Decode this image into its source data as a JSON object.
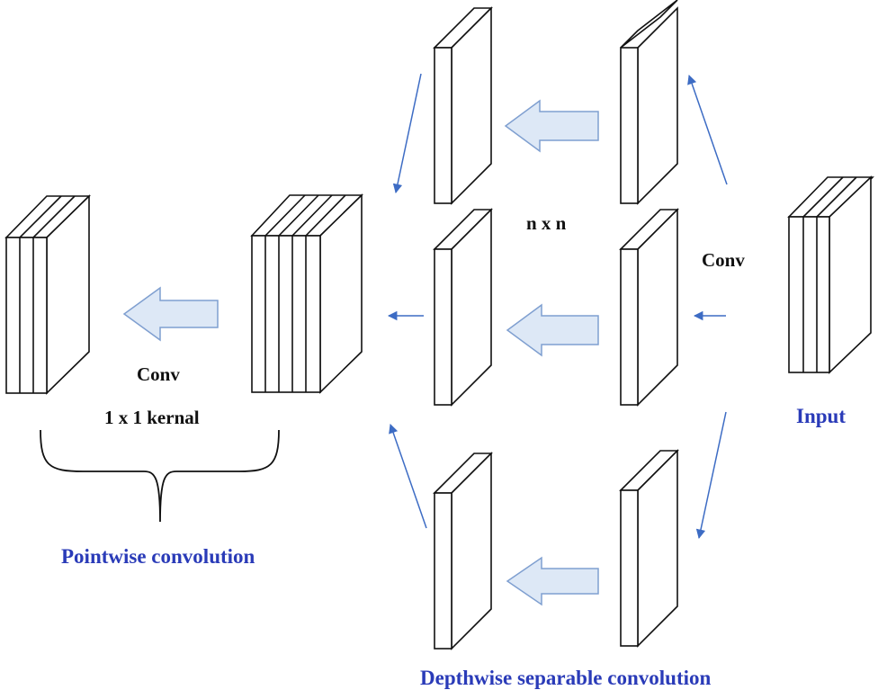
{
  "labels": {
    "n_x_n": "n x n",
    "conv_top": "Conv",
    "input": "Input",
    "conv_pointwise": "Conv",
    "kernel": "1 x 1 kernal",
    "pointwise": "Pointwise convolution",
    "depthwise": "Depthwise separable convolution"
  },
  "colors": {
    "line": "#111111",
    "arrow_blue": "#3d6cc4",
    "block_arrow_fill": "#dde8f6",
    "block_arrow_stroke": "#7f9fd0",
    "label_blue": "#2a3bb8"
  }
}
